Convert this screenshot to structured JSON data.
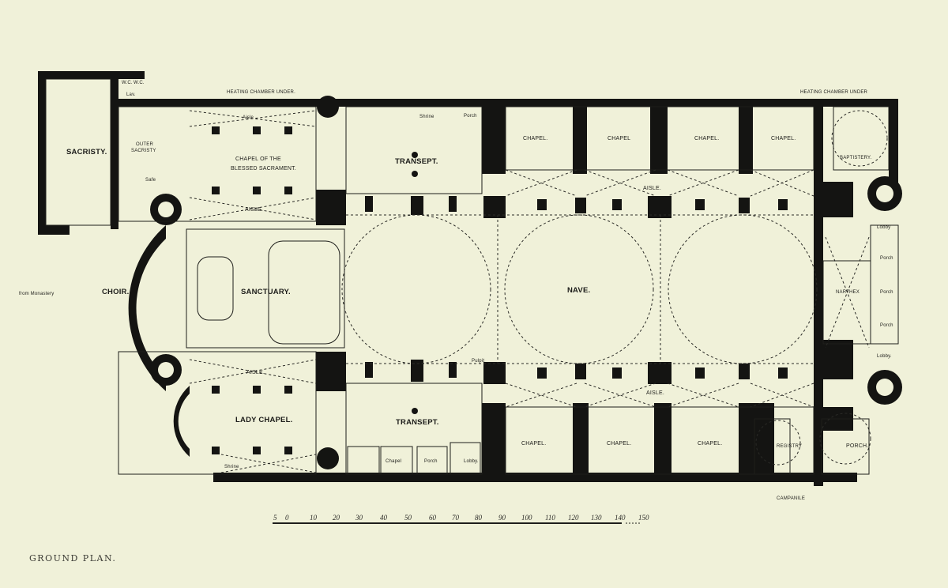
{
  "caption": "GROUND PLAN.",
  "plan": {
    "annotations": {
      "heating_left": "HEATING CHAMBER UNDER.",
      "heating_right": "HEATING CHAMBER UNDER",
      "campanile": "CAMPANILE"
    },
    "rooms": {
      "sacristy": "SACRISTY.",
      "outer_sacristy_1": "OUTER",
      "outer_sacristy_2": "SACRISTY",
      "safe": "Safe",
      "wc1": "W.C.",
      "wc2": "W.C.",
      "lav": "Lav.",
      "aisle_top_small": "Aisle",
      "chapel_blessed_1": "CHAPEL OF THE",
      "chapel_blessed_2": "BLESSED SACRAMENT.",
      "aisle_upper_left": "AISLE.",
      "choir": "CHOIR.",
      "from_monastery": "from Monastery",
      "sanctuary": "SANCTUARY.",
      "aisle_lower_left": "AISLE.",
      "lady_chapel": "LADY CHAPEL.",
      "shrine_bottom": "Shrine",
      "transept_top": "TRANSEPT.",
      "shrine_top": "Shrine",
      "porch_top": "Porch",
      "transept_bottom": "TRANSEPT.",
      "chapel_small": "Chapel",
      "porch_bottom_small": "Porch",
      "lobby_bottom_small": "Lobby.",
      "pulpit": "Pulpit",
      "nave": "NAVE.",
      "aisle_top": "AISLE.",
      "aisle_bottom": "AISLE.",
      "chapel_top_1": "CHAPEL.",
      "chapel_top_2": "CHAPEL",
      "chapel_top_3": "CHAPEL.",
      "chapel_top_4": "CHAPEL.",
      "chapel_bottom_1": "CHAPEL.",
      "chapel_bottom_2": "CHAPEL.",
      "chapel_bottom_3": "CHAPEL.",
      "baptistery": "BAPTISTERY.",
      "registry": "REGISTRY",
      "porch_large": "PORCH.",
      "narthex": "NARTHEX",
      "lobby_1": "Lobby",
      "porch_w1": "Porch",
      "porch_w2": "Porch",
      "porch_w3": "Porch",
      "lobby_2": "Lobby."
    }
  },
  "scale_bar": {
    "ticks": [
      "5",
      "0",
      "10",
      "20",
      "30",
      "40",
      "50",
      "60",
      "70",
      "80",
      "90",
      "100",
      "110",
      "120",
      "130",
      "140",
      "150"
    ]
  },
  "colors": {
    "paper": "#f0f1d9",
    "ink": "#141412"
  }
}
